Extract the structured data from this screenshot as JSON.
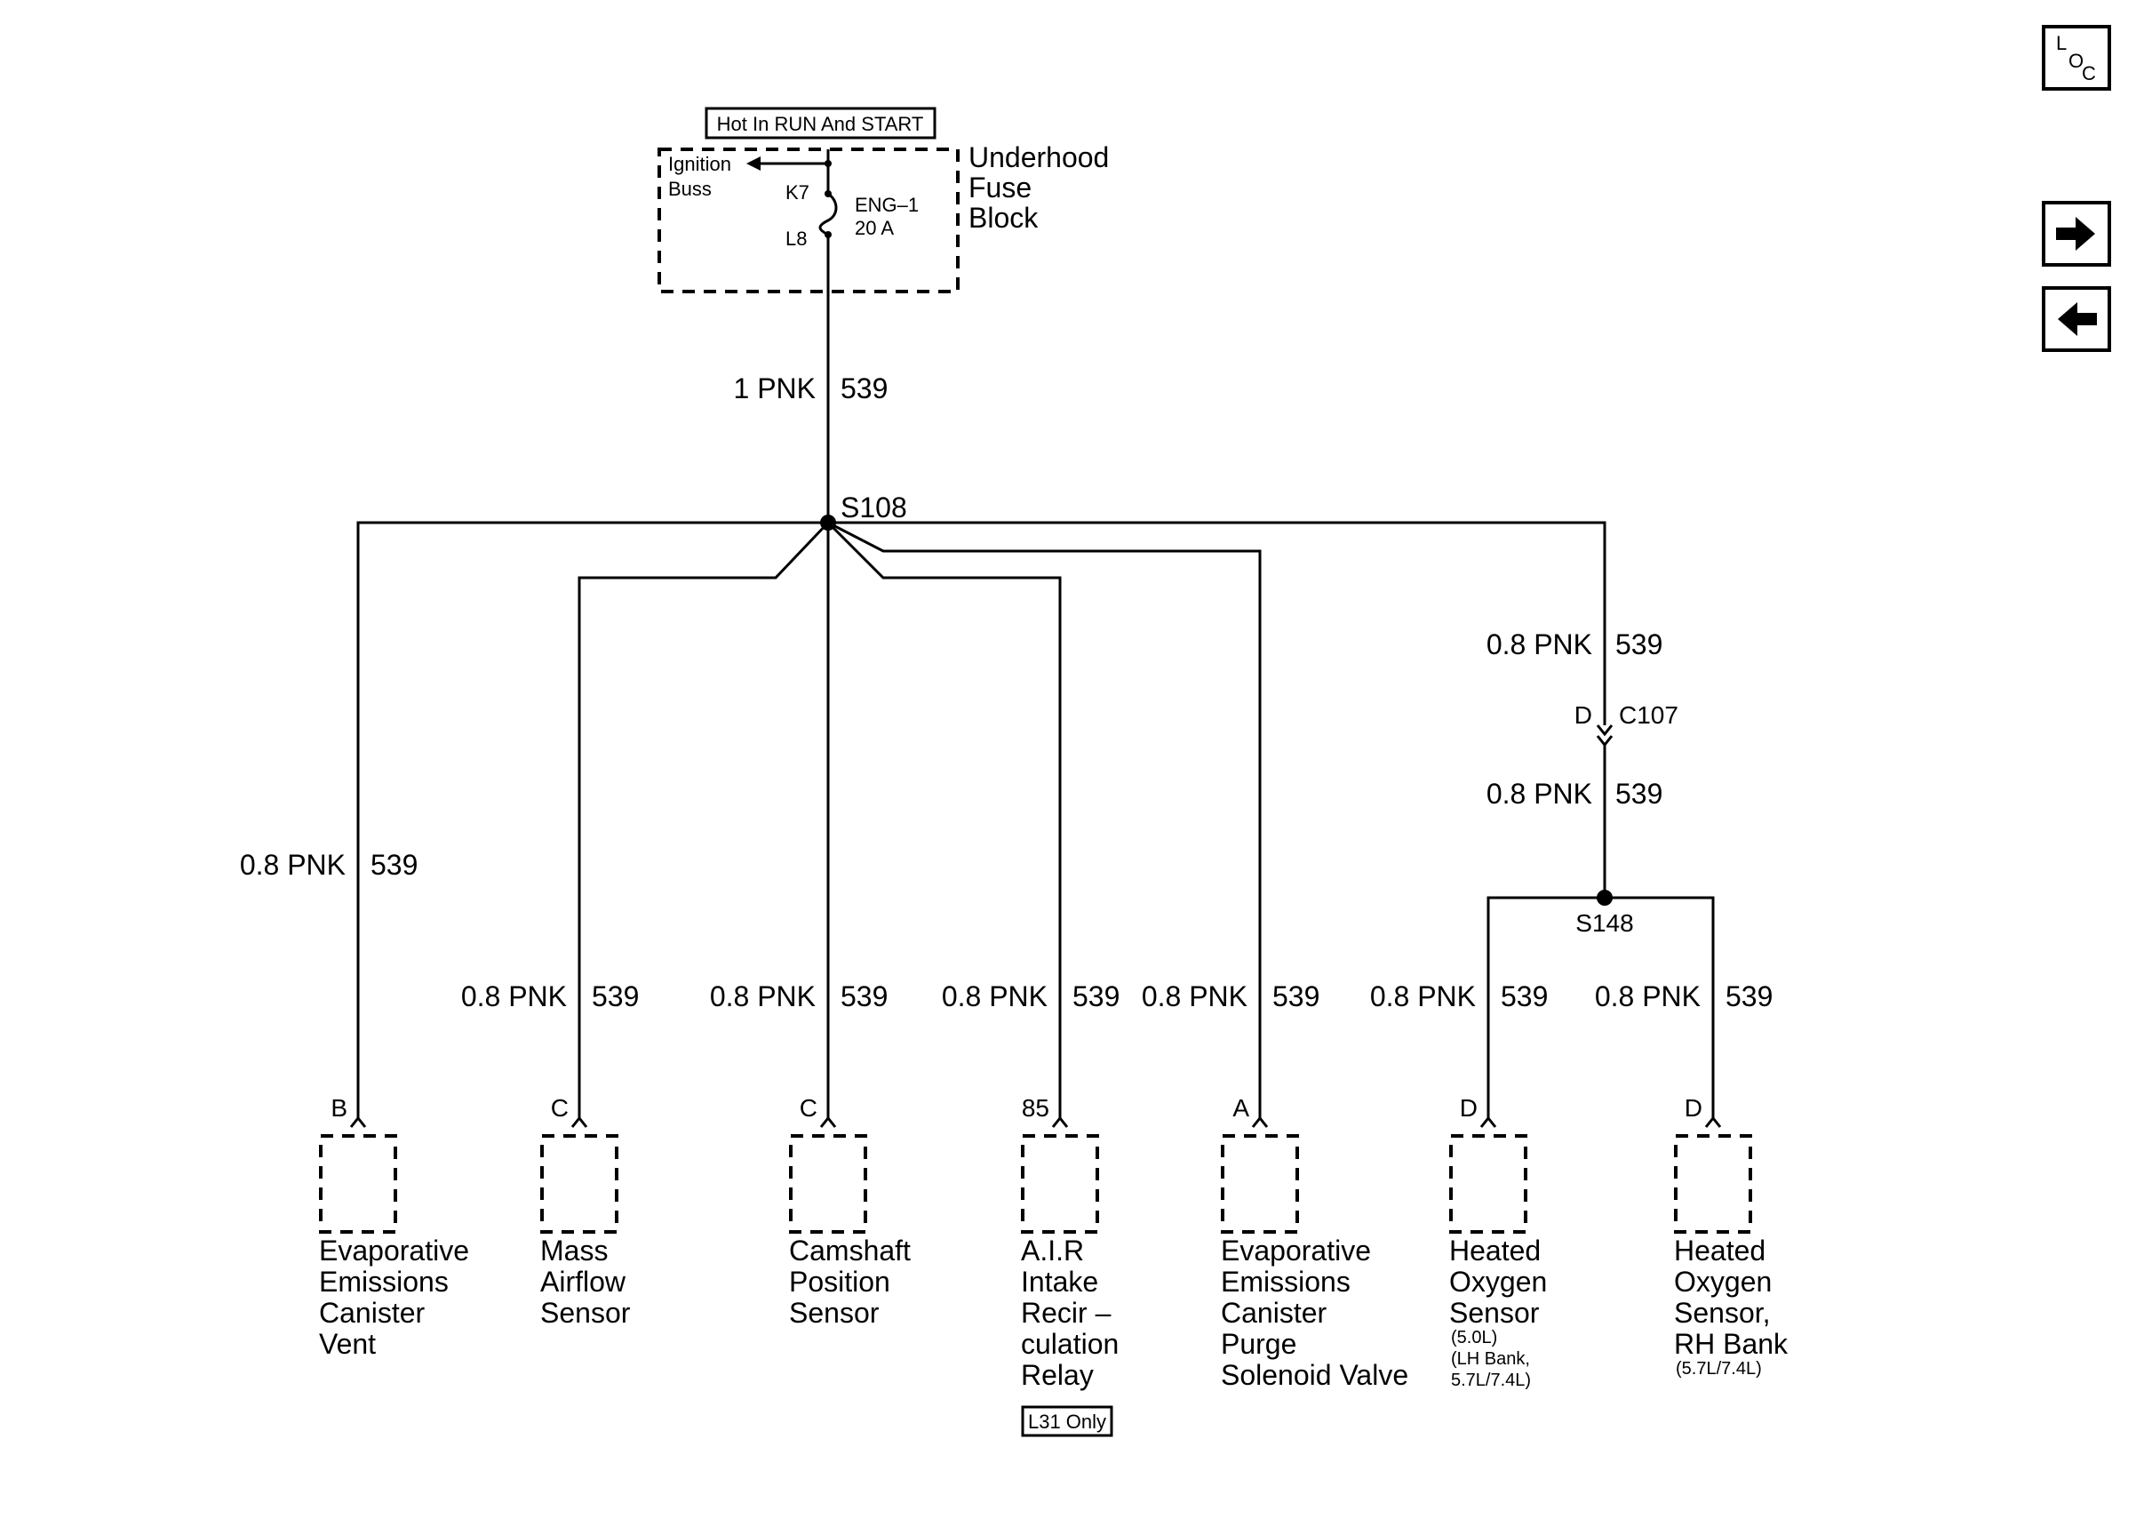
{
  "header": {
    "hot_label": "Hot In RUN And START"
  },
  "fuse_block": {
    "ignition": "Ignition",
    "buss": "Buss",
    "pin_top": "K7",
    "pin_bottom": "L8",
    "fuse_name": "ENG–1",
    "fuse_rating": "20 A",
    "title_line1": "Underhood",
    "title_line2": "Fuse",
    "title_line3": "Block"
  },
  "nav": {
    "loc_l": "L",
    "loc_o": "O",
    "loc_c": "C",
    "next_icon": "arrow-right-icon",
    "prev_icon": "arrow-left-icon"
  },
  "main_wire": {
    "gauge": "1 PNK",
    "circuit": "539"
  },
  "splices": {
    "s108": "S108",
    "s148": "S148"
  },
  "connector_c107": {
    "pin": "D",
    "name": "C107"
  },
  "right_branch": {
    "upper": {
      "gauge": "0.8 PNK",
      "circuit": "539"
    },
    "lower": {
      "gauge": "0.8 PNK",
      "circuit": "539"
    }
  },
  "components": [
    {
      "gauge": "0.8 PNK",
      "circuit": "539",
      "pin": "B",
      "lines": [
        "Evaporative",
        "Emissions",
        "Canister",
        "Vent"
      ],
      "note": [],
      "tag": ""
    },
    {
      "gauge": "0.8 PNK",
      "circuit": "539",
      "pin": "C",
      "lines": [
        "Mass",
        "Airflow",
        "Sensor"
      ],
      "note": [],
      "tag": ""
    },
    {
      "gauge": "0.8 PNK",
      "circuit": "539",
      "pin": "C",
      "lines": [
        "Camshaft",
        "Position",
        "Sensor"
      ],
      "note": [],
      "tag": ""
    },
    {
      "gauge": "0.8 PNK",
      "circuit": "539",
      "pin": "85",
      "lines": [
        "A.I.R",
        "Intake",
        "Recir –",
        "culation",
        "Relay"
      ],
      "note": [],
      "tag": "L31 Only"
    },
    {
      "gauge": "0.8 PNK",
      "circuit": "539",
      "pin": "A",
      "lines": [
        "Evaporative",
        "Emissions",
        "Canister",
        "Purge",
        "Solenoid Valve"
      ],
      "note": [],
      "tag": ""
    },
    {
      "gauge": "0.8 PNK",
      "circuit": "539",
      "pin": "D",
      "lines": [
        "Heated",
        "Oxygen",
        "Sensor"
      ],
      "note": [
        "(5.0L)",
        "(LH Bank,",
        "5.7L/7.4L)"
      ],
      "tag": ""
    },
    {
      "gauge": "0.8 PNK",
      "circuit": "539",
      "pin": "D",
      "lines": [
        "Heated",
        "Oxygen",
        "Sensor,",
        "RH Bank"
      ],
      "note": [
        "(5.7L/7.4L)"
      ],
      "tag": ""
    }
  ]
}
